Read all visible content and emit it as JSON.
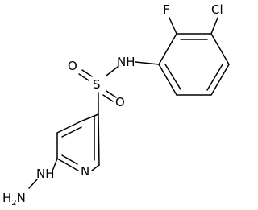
{
  "molecule": {
    "atoms": {
      "cl": "Cl",
      "f": "F",
      "nh": "NH",
      "s": "S",
      "o_top": "O",
      "o_bottom": "O",
      "n_ring": "N",
      "nh_hydrazine": "NH",
      "h2n_h": "H",
      "h2n_sub": "2",
      "h2n_n": "N"
    }
  }
}
